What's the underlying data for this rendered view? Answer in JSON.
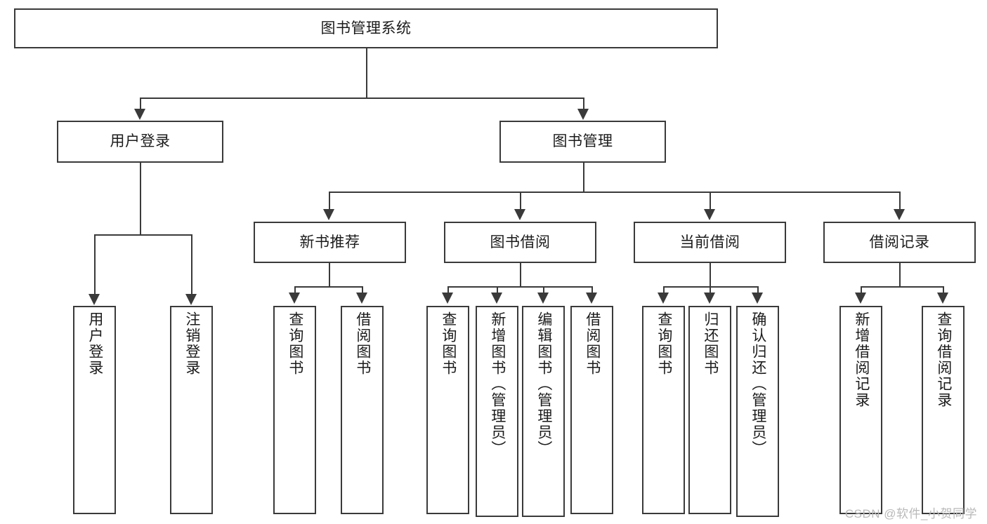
{
  "diagram": {
    "type": "tree-hierarchy",
    "title": "图书管理系统",
    "root": {
      "id": "root",
      "label": "图书管理系统"
    },
    "level2": [
      {
        "id": "user-login",
        "label": "用户登录"
      },
      {
        "id": "book-manage",
        "label": "图书管理"
      }
    ],
    "level3": [
      {
        "id": "new-book-rec",
        "label": "新书推荐",
        "parent": "book-manage"
      },
      {
        "id": "book-borrow",
        "label": "图书借阅",
        "parent": "book-manage"
      },
      {
        "id": "current-borrow",
        "label": "当前借阅",
        "parent": "book-manage"
      },
      {
        "id": "borrow-record",
        "label": "借阅记录",
        "parent": "book-manage"
      }
    ],
    "leaves": [
      {
        "id": "leaf-user-login",
        "label": "用户登录",
        "parent": "user-login"
      },
      {
        "id": "leaf-logout-login",
        "label": "注销登录",
        "parent": "user-login"
      },
      {
        "id": "leaf-query-book-1",
        "label": "查询图书",
        "parent": "new-book-rec"
      },
      {
        "id": "leaf-borrow-book-1",
        "label": "借阅图书",
        "parent": "new-book-rec"
      },
      {
        "id": "leaf-query-book-2",
        "label": "查询图书",
        "parent": "book-borrow"
      },
      {
        "id": "leaf-add-book",
        "label": "新增图书（管理员）",
        "parent": "book-borrow"
      },
      {
        "id": "leaf-edit-book",
        "label": "编辑图书（管理员）",
        "parent": "book-borrow"
      },
      {
        "id": "leaf-borrow-book-2",
        "label": "借阅图书",
        "parent": "book-borrow"
      },
      {
        "id": "leaf-query-book-3",
        "label": "查询图书",
        "parent": "current-borrow"
      },
      {
        "id": "leaf-return-book",
        "label": "归还图书",
        "parent": "current-borrow"
      },
      {
        "id": "leaf-confirm-return",
        "label": "确认归还（管理员）",
        "parent": "current-borrow"
      },
      {
        "id": "leaf-add-record",
        "label": "新增借阅记录",
        "parent": "borrow-record"
      },
      {
        "id": "leaf-query-record",
        "label": "查询借阅记录",
        "parent": "borrow-record"
      }
    ],
    "colors": {
      "line": "#3a3a3a",
      "box_fill": "#ffffff",
      "text": "#1b1b1b",
      "background": "#ffffff",
      "watermark": "#b9b9b9"
    }
  },
  "watermark": {
    "text": "CSDN @软件_小贺同学"
  }
}
